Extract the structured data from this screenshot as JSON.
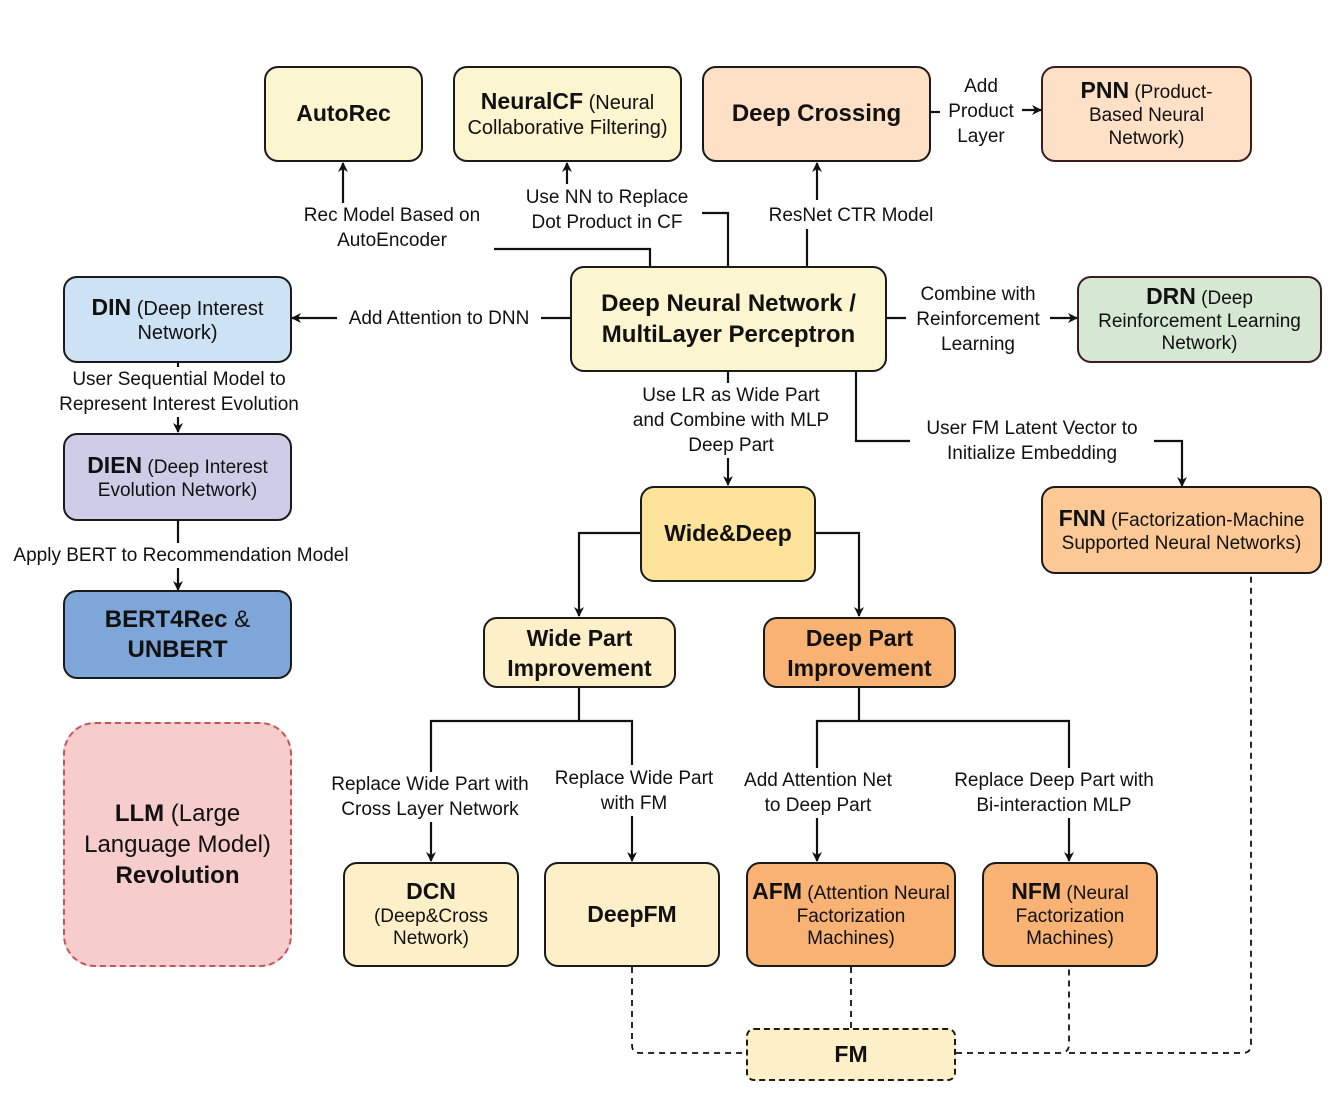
{
  "diagram": {
    "nodes": {
      "autorec": {
        "title": "AutoRec",
        "subtitle": ""
      },
      "neuralcf": {
        "title": "NeuralCF",
        "subtitle": " (Neural Collaborative Filtering)"
      },
      "deep_crossing": {
        "title": "Deep Crossing",
        "subtitle": ""
      },
      "pnn": {
        "title": "PNN",
        "subtitle": " (Product-Based Neural Network)"
      },
      "din": {
        "title": "DIN",
        "subtitle": " (Deep Interest Network)"
      },
      "dnn": {
        "title": "Deep Neural Network / MultiLayer Perceptron"
      },
      "drn": {
        "title": "DRN",
        "subtitle": " (Deep Reinforcement Learning Network)"
      },
      "dien": {
        "title": "DIEN",
        "subtitle": " (Deep Interest Evolution Network)"
      },
      "bert": {
        "title": "BERT4Rec",
        "amp": " & ",
        "title2": "UNBERT"
      },
      "wide_deep": {
        "title": "Wide&Deep"
      },
      "fnn": {
        "title": "FNN",
        "subtitle": " (Factorization-Machine Supported Neural Networks)"
      },
      "wide_part": {
        "title": "Wide Part Improvement"
      },
      "deep_part": {
        "title": "Deep Part Improvement"
      },
      "llm": {
        "title": "LLM",
        "subtitle": " (Large Language Model)",
        "title2": "Revolution"
      },
      "dcn": {
        "title": "DCN",
        "subtitle": "(Deep&Cross Network)"
      },
      "deepfm": {
        "title": "DeepFM"
      },
      "afm": {
        "title": "AFM",
        "subtitle": " (Attention Neural Factorization Machines)"
      },
      "nfm": {
        "title": "NFM",
        "subtitle": " (Neural Factorization Machines)"
      },
      "fm": {
        "title": "FM"
      }
    },
    "edges": {
      "to_autorec": [
        "Rec Model Based on",
        "AutoEncoder"
      ],
      "to_neuralcf": [
        "Use NN to Replace",
        "Dot Product in CF"
      ],
      "to_deep_crossing": [
        "ResNet CTR Model"
      ],
      "to_pnn": [
        "Add",
        "Product",
        "Layer"
      ],
      "to_din": [
        "Add Attention to DNN"
      ],
      "to_drn": [
        "Combine with",
        "Reinforcement",
        "Learning"
      ],
      "to_dien": [
        "User Sequential Model to",
        "Represent Interest Evolution"
      ],
      "to_bert": [
        "Apply BERT to Recommendation Model"
      ],
      "to_wide_deep": [
        "Use LR as Wide Part",
        "and Combine with MLP",
        "Deep Part"
      ],
      "to_fnn": [
        "User FM Latent Vector to",
        "Initialize Embedding"
      ],
      "to_dcn": [
        "Replace Wide Part with",
        "Cross Layer Network"
      ],
      "to_deepfm": [
        "Replace Wide Part",
        "with FM"
      ],
      "to_afm": [
        "Add Attention Net",
        "to Deep Part"
      ],
      "to_nfm": [
        "Replace Deep Part with",
        "Bi-interaction MLP"
      ]
    },
    "colors": {
      "light_yellow": "#fbf5d0",
      "yellow": "#fde49a",
      "cream": "#fdf0c8",
      "peach": "#fde0c6",
      "orange": "#f8b273",
      "light_orange": "#fcc996",
      "blue_light": "#cde2f4",
      "lavender": "#cfcce7",
      "blue": "#7ea6d8",
      "green": "#d6e8d4",
      "pink": "#f7cccc"
    }
  }
}
